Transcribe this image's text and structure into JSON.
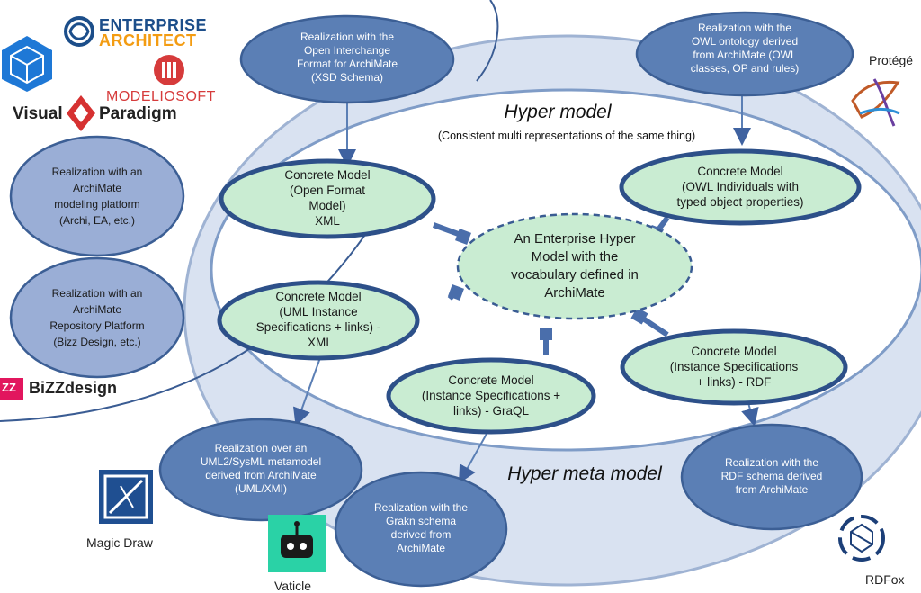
{
  "hyper_model": {
    "title": "Hyper model",
    "subtitle": "(Consistent multi representations of the same thing)"
  },
  "hyper_meta_model": {
    "title": "Hyper meta model"
  },
  "center": {
    "text": "An Enterprise Hyper\nModel with the\nvocabulary defined in\nArchiMate"
  },
  "concrete_models": {
    "open_format": "Concrete Model\n(Open Format\nModel)\nXML",
    "owl": "Concrete Model\n(OWL Individuals with\ntyped object properties)",
    "uml": "Concrete Model\n(UML Instance\nSpecifications + links) -\nXMI",
    "rdf": "Concrete Model\n(Instance Specifications\n+ links) - RDF",
    "graql": "Concrete Model\n(Instance Specifications +\nlinks) - GraQL"
  },
  "realizations": {
    "open_interchange": "Realization with the\nOpen Interchange\nFormat for ArchiMate\n(XSD Schema)",
    "owl_ontology": "Realization with the\nOWL ontology derived\nfrom ArchiMate (OWL\nclasses, OP and rules)",
    "uml_sysml": "Realization over an\nUML2/SysML metamodel\nderived from ArchiMate\n(UML/XMI)",
    "grakn": "Realization with the\nGrakn schema\nderived from\nArchiMate",
    "rdf_schema": "Realization with the\nRDF schema derived\nfrom ArchiMate"
  },
  "peripheral": {
    "modeling_platform": "Realization with an\nArchiMate\nmodeling platform\n(Archi, EA, etc.)",
    "repository_platform": "Realization with an\nArchiMate\nRepository Platform\n(Bizz Design, etc.)"
  },
  "logos": {
    "enterprise_line1": "ENTERPRISE",
    "enterprise_line2": "ARCHITECT",
    "modeliosoft": "MODELIOSOFT",
    "visual": "Visual",
    "paradigm": "Paradigm",
    "protege": "Protégé",
    "bizzdesign": "BiZZdesign",
    "bizzdesign_mark": "ZZ",
    "magic_draw": "Magic Draw",
    "vaticle": "Vaticle",
    "rdfox": "RDFox"
  },
  "colors": {
    "blue_ellipse": "#5b7fb5",
    "blue_stroke": "#3c5f95",
    "green_ellipse": "#c9ecd2",
    "green_stroke": "#2d5089",
    "peripheral_fill": "#9aaed6",
    "ring_fill": "#d9e2f1",
    "ring_stroke": "#9fb3d3",
    "connector": "#3f62a0",
    "enterprise_blue": "#1c4e8a",
    "enterprise_orange": "#f39c12",
    "modelio_red": "#d63b3b",
    "paradigm_red": "#d63131",
    "bizz_pink": "#e2165e",
    "vaticle_teal": "#2ad2a6"
  },
  "icons": [
    "hexagon-cube-icon",
    "enterprise-architect-icon",
    "modelio-icon",
    "visual-paradigm-icon",
    "protege-icon",
    "bizzdesign-icon",
    "magic-draw-icon",
    "vaticle-robot-icon",
    "rdfox-icon"
  ]
}
